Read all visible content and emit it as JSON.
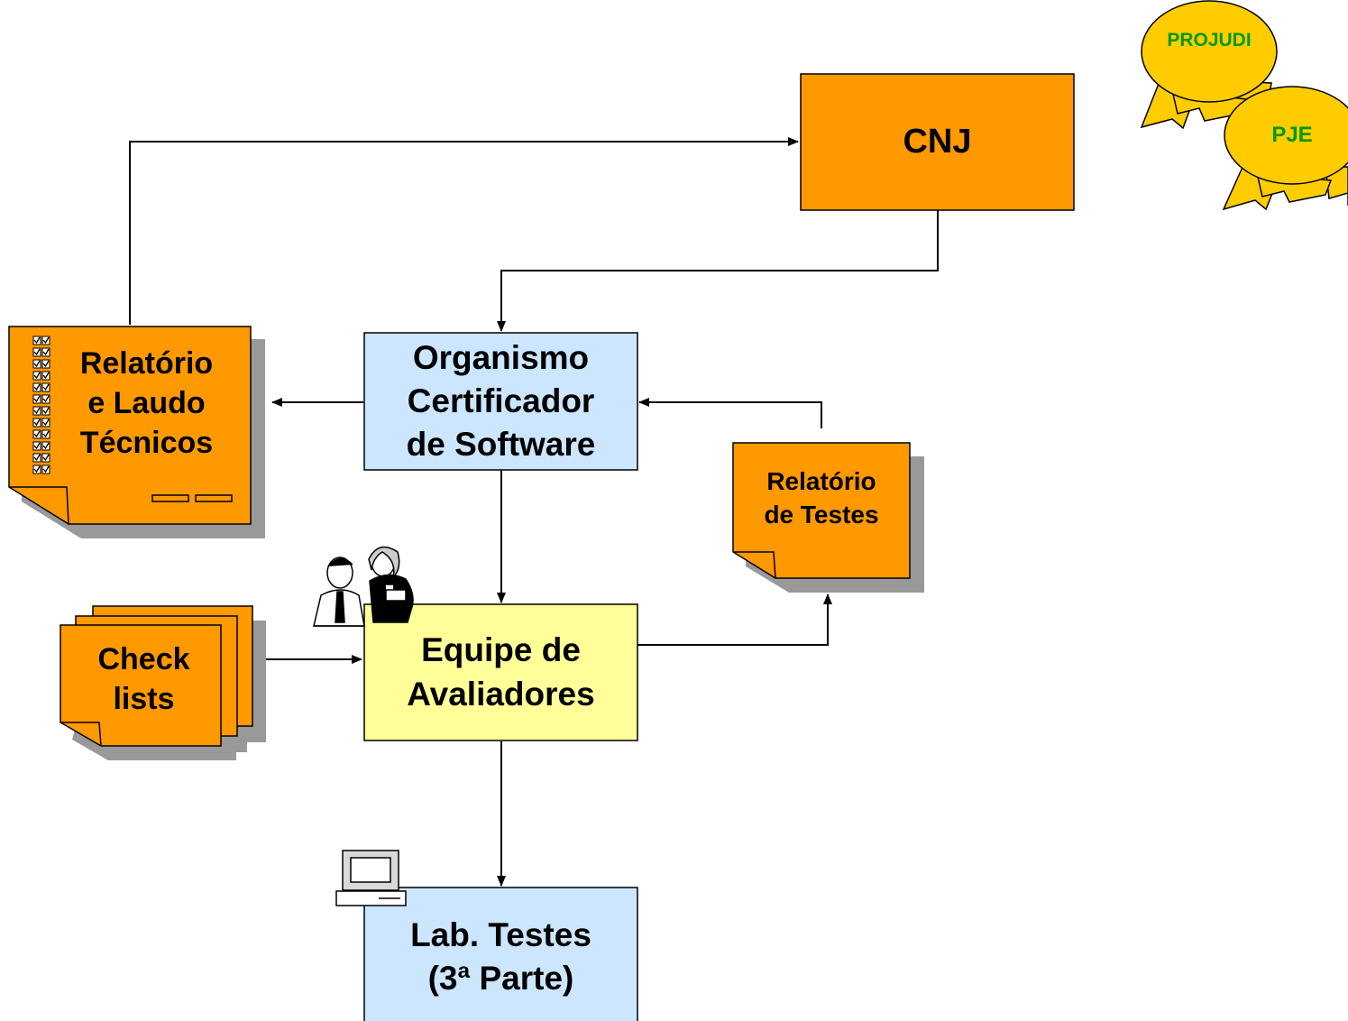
{
  "nodes": {
    "cnj": "CNJ",
    "organismo": "Organismo\nCertificador\nde Software",
    "equipe": "Equipe de\nAvaliadores",
    "lab": "Lab. Testes\n(3ª Parte)",
    "relatorio_laudo": "Relatório\ne Laudo\nTécnicos",
    "relatorio_testes": "Relatório\nde Testes",
    "checklists": "Check\nlists"
  },
  "badges": {
    "projudi": "PROJUDI",
    "pje": "PJE"
  },
  "icons": [
    "people-icon",
    "computer-icon",
    "checkbox-column-icon"
  ],
  "colors": {
    "orange": "#ff9900",
    "light_blue": "#cce6ff",
    "light_yellow": "#ffff99",
    "badge_yellow": "#ffcc00",
    "badge_text": "#009900",
    "shadow": "#999999"
  }
}
